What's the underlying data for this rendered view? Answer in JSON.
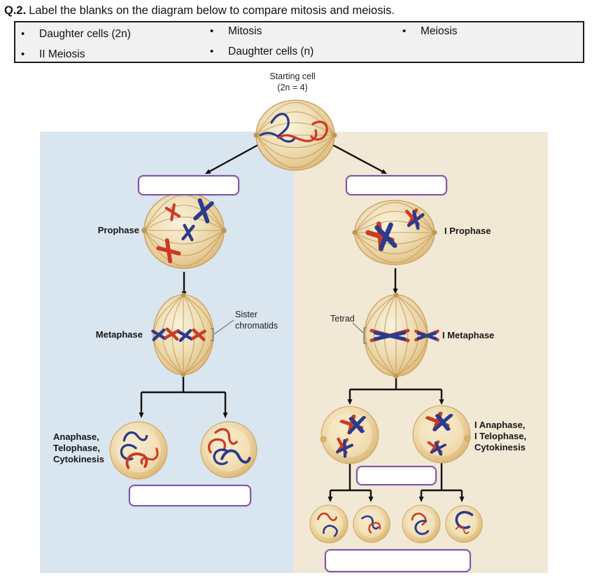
{
  "question": {
    "number": "Q.2.",
    "text": "Label the blanks on the diagram below to compare mitosis and meiosis."
  },
  "word_bank": {
    "bullet": "•",
    "items": [
      {
        "label": "Daughter cells (2n)"
      },
      {
        "label": "II Meiosis"
      },
      {
        "label": "Mitosis"
      },
      {
        "label": "Daughter cells (n)"
      },
      {
        "label": "Meiosis"
      }
    ]
  },
  "diagram": {
    "starting_cell": "Starting cell\n(2n = 4)",
    "mitosis": {
      "prophase": "Prophase",
      "metaphase": "Metaphase",
      "sister_chromatids": "Sister\nchromatids",
      "anaphase_telophase": "Anaphase,\nTelophase,\nCytokinesis"
    },
    "meiosis": {
      "prophase": "I Prophase",
      "tetrad": "Tetrad",
      "metaphase": "I Metaphase",
      "anaphase_telophase": "I Anaphase,\nI Telophase,\nCytokinesis"
    },
    "colors": {
      "mitosis_panel": "#d9e5ef",
      "meiosis_panel": "#f1e9d6",
      "blank_border": "#7d55a6",
      "chromosome_red": "#cd3a23",
      "chromosome_blue": "#2c3b8c"
    }
  }
}
